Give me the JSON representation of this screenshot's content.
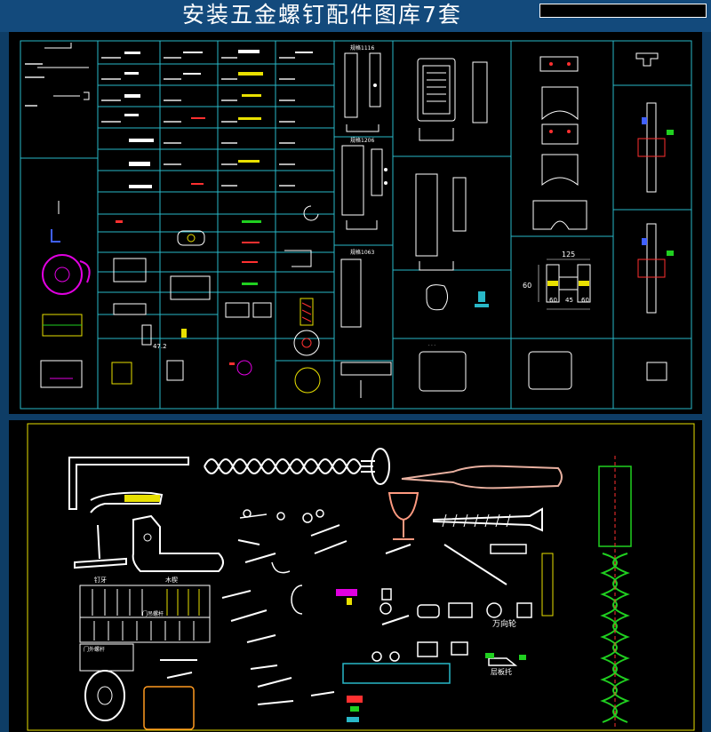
{
  "header": {
    "title": "安装五金螺钉配件图库7套"
  },
  "sheet1": {
    "part_labels": [
      "规格1116",
      "规格1206",
      "规格1063"
    ],
    "dimensions": [
      "125",
      "60",
      "45",
      "60",
      "60",
      "47.2"
    ]
  },
  "sheet2": {
    "labels": [
      "钉牙",
      "木楔",
      "门吊螺杆",
      "门外螺杆",
      "万向轮",
      "层板托"
    ]
  },
  "colors": {
    "cyan": "#29b8c8",
    "yellow": "#e8e000",
    "magenta": "#e000e0",
    "red": "#ff3030",
    "green": "#20d020",
    "blue": "#4060ff",
    "white": "#ffffff",
    "orange": "#ff9a20"
  }
}
